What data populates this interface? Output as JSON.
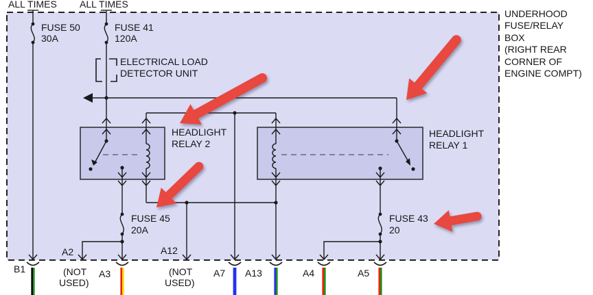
{
  "diagram": {
    "power_labels": {
      "left": "ALL TIMES",
      "right": "ALL TIMES"
    },
    "fuse50": {
      "name": "FUSE 50",
      "rating": "30A"
    },
    "fuse41": {
      "name": "FUSE 41",
      "rating": "120A"
    },
    "fuse45": {
      "name": "FUSE 45",
      "rating": "20A"
    },
    "fuse43": {
      "name": "FUSE 43",
      "rating": "20"
    },
    "eld": {
      "line1": "ELECTRICAL LOAD",
      "line2": "DETECTOR UNIT"
    },
    "relay2": {
      "line1": "HEADLIGHT",
      "line2": "RELAY 2"
    },
    "relay1": {
      "line1": "HEADLIGHT",
      "line2": "RELAY 1"
    },
    "box_note": {
      "line1": "UNDERHOOD",
      "line2": "FUSE/RELAY",
      "line3": "BOX",
      "line4": "(RIGHT REAR",
      "line5": "CORNER OF",
      "line6": "ENGINE COMPT)"
    },
    "connectors": {
      "b1": "B1",
      "a2": "A2",
      "a3": "A3",
      "a12": "A12",
      "a7": "A7",
      "a13": "A13",
      "a4": "A4",
      "a5": "A5",
      "not_used_line1": "(NOT",
      "not_used_line2": "USED)"
    }
  },
  "colors": {
    "box_fill": "#dbdbf4",
    "relay_fill": "#c9c9ec",
    "line": "#1a1a1a",
    "arrow": "#e8483f",
    "wire_black": "#000000",
    "wire_green": "#1e8f1e",
    "wire_red": "#ee2200",
    "wire_yellow": "#ffd400",
    "wire_blue": "#2233ee"
  }
}
